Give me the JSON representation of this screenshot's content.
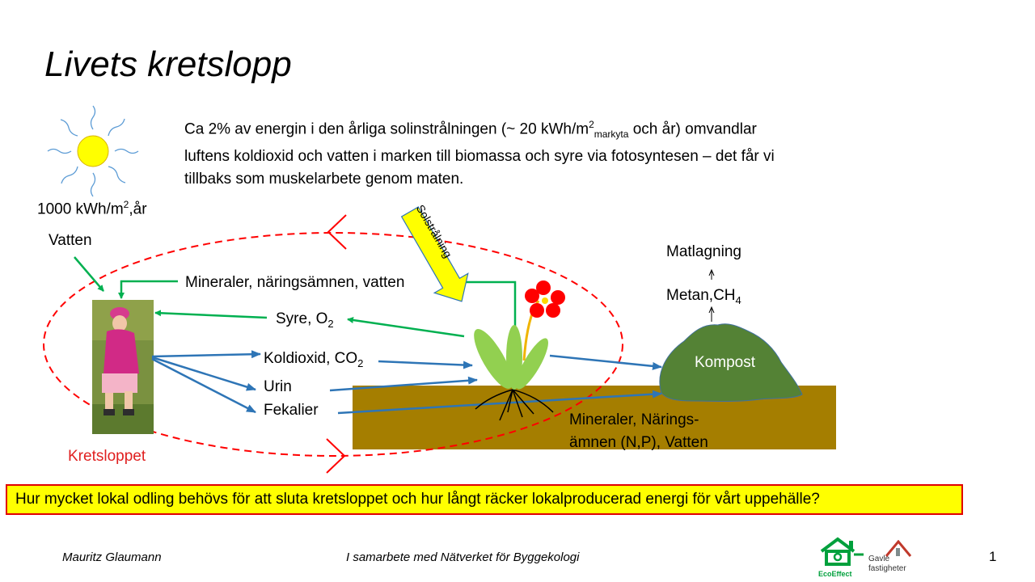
{
  "title": "Livets kretslopp",
  "intro": {
    "part1": "Ca 2% av energin i den årliga solinstrålningen (~ 20 kWh/m",
    "sup": "2",
    "sub": "markyta",
    "part2": " och år) omvandlar luftens koldioxid och vatten i marken till biomassa och syre  via fotosyntesen –  det får vi tillbaks som muskelarbete genom maten."
  },
  "sun": {
    "label_main": "1000 kWh/m",
    "label_sup": "2",
    "label_tail": ",år"
  },
  "labels": {
    "vatten": "Vatten",
    "mineraler_top": "Mineraler, näringsämnen, vatten",
    "syre_main": "Syre, O",
    "syre_sub": "2",
    "koldioxid_main": "Koldioxid, CO",
    "koldioxid_sub": "2",
    "urin": "Urin",
    "fekalier": "Fekalier",
    "kretsloppet": "Kretsloppet",
    "solstralning": "Solstrålning",
    "matlagning": "Matlagning",
    "metan_main": "Metan,CH",
    "metan_sub": "4",
    "kompost": "Kompost",
    "soil_line1": "Mineraler, Närings-",
    "soil_line2": "ämnen (N,P), Vatten"
  },
  "question": "Hur mycket lokal odling behövs för att sluta kretsloppet och hur långt räcker lokalproducerad energi för vårt uppehälle?",
  "footer": {
    "author": "Mauritz Glaumann",
    "collab": "I samarbete med Nätverket för Byggekologi",
    "page": "1",
    "logo1": "EcoEffect",
    "logo2_line1": "Gavle",
    "logo2_line2": "fastigheter"
  },
  "colors": {
    "green_arrow": "#00b050",
    "blue_arrow": "#2e75b6",
    "cycle_red": "#ff0000",
    "soil": "#a57e00",
    "compost": "#548235",
    "sun": "#ffff00",
    "question_bg": "#ffff00"
  }
}
